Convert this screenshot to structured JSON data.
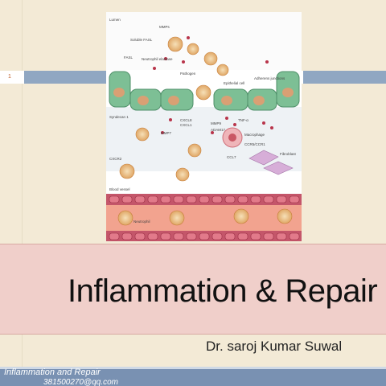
{
  "slide": {
    "number": "1",
    "title": "Inflammation & Repair",
    "author": "Dr. saroj Kumar Suwal",
    "footer_title": "Inflammation and Repair",
    "footer_email": "381500270@qq.com"
  },
  "figure": {
    "labels": {
      "lumen": "Lumen",
      "mmps": "MMPs",
      "soluble_fasl": "Soluble FASL",
      "fasl": "FASL",
      "neutrophil_elastase": "Neutrophil elastase",
      "pathogen": "Pathogen",
      "epithelial_cell": "Epithelial cell",
      "adherens_junctions": "Adherens junctions",
      "syndecan": "Syndecan 1",
      "mmp7": "MMP7",
      "cxcl8": "CXCL8",
      "cxcl1": "CXCL1",
      "adam17": "ADAM17",
      "tnf": "TNF-α",
      "mmp9": "MMP9",
      "macrophage": "Macrophage",
      "ccr5": "CCR5/CCR1",
      "ccl7": "CCL7",
      "cxcr2": "CXCR2",
      "fibroblast": "Fibroblast",
      "blood_vessel": "Blood vessel",
      "neutrophil": "Neutrophil"
    }
  },
  "colors": {
    "background": "#f3ead6",
    "band": "#90a7c2",
    "title_banner": "#f0cfca",
    "footer": "#7991b2",
    "cell_green": "#7dbf95",
    "vessel_red": "#e8917f"
  }
}
